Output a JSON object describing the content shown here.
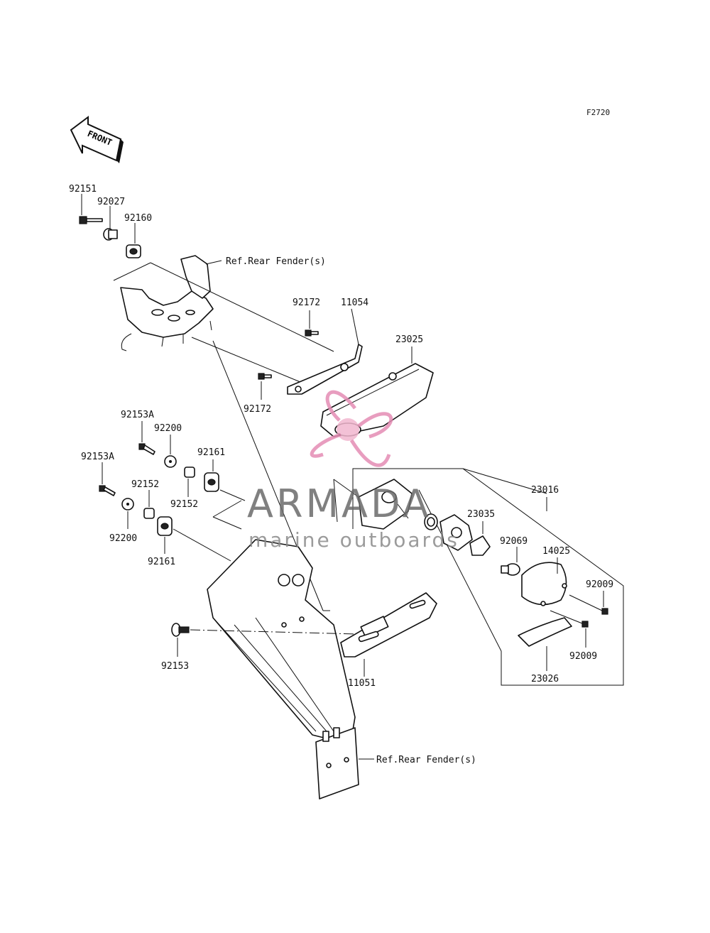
{
  "figure_code": "F2720",
  "front_arrow": {
    "label": "FRONT",
    "icon": "front-direction-arrow-icon"
  },
  "callouts": {
    "p92151": "92151",
    "p92027": "92027",
    "p92160": "92160",
    "ref_top": "Ref.Rear Fender(s)",
    "p92172_top": "92172",
    "p11054": "11054",
    "p23025": "23025",
    "p92172_bottom": "92172",
    "p92153A_a": "92153A",
    "p92200_a": "92200",
    "p92153A_b": "92153A",
    "p92161_a": "92161",
    "p92152_a": "92152",
    "p92152_b": "92152",
    "p92200_b": "92200",
    "p92161_b": "92161",
    "p23016": "23016",
    "p23035": "23035",
    "p92069": "92069",
    "p14025": "14025",
    "p92009_a": "92009",
    "p92009_b": "92009",
    "p23026": "23026",
    "p92153": "92153",
    "p11051": "11051",
    "ref_bottom": "Ref.Rear Fender(s)"
  },
  "watermark": {
    "brand": "ARMADA",
    "tagline": "marine outboards",
    "colors": {
      "brand_text": "#6b6b6b",
      "logo": "#e58db4"
    }
  }
}
